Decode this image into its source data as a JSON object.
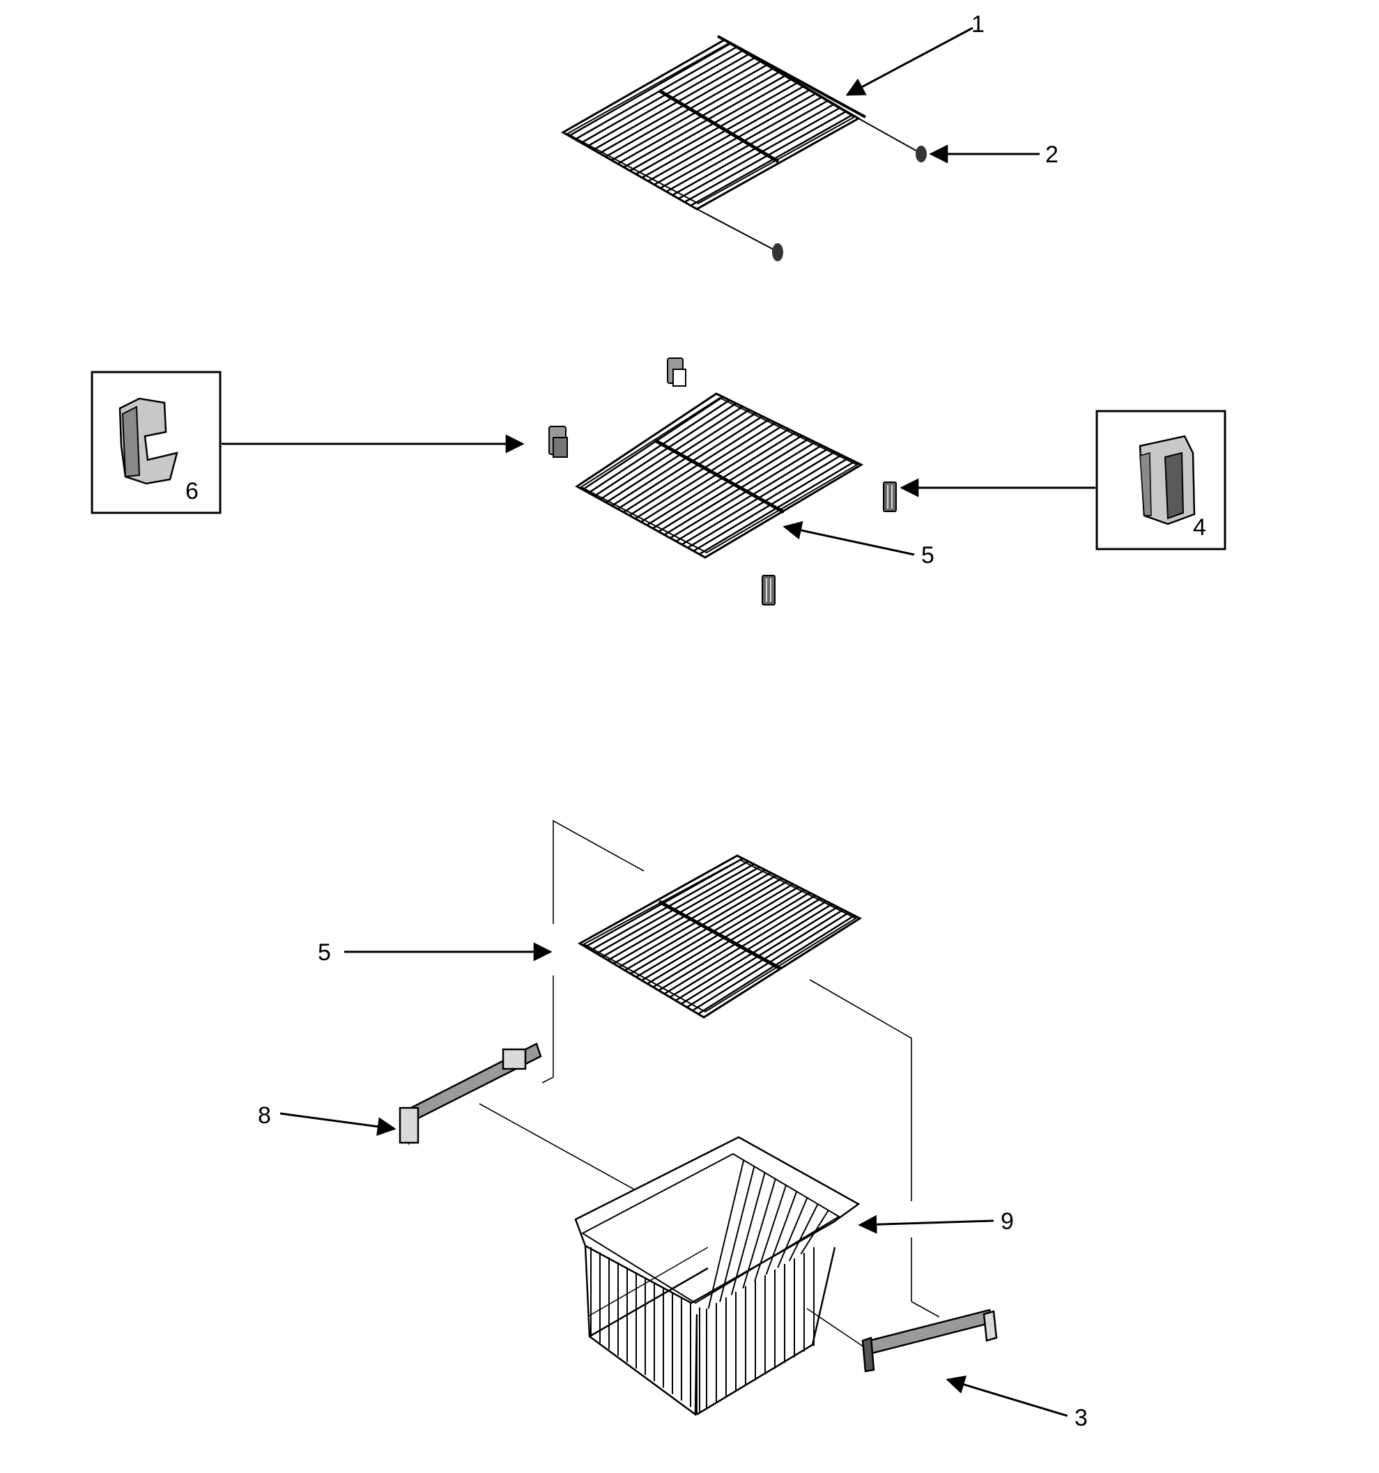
{
  "diagram": {
    "callouts": {
      "c1": "1",
      "c2": "2",
      "c3": "3",
      "c4": "4",
      "c5a": "5",
      "c5b": "5",
      "c6": "6",
      "c8": "8",
      "c9": "9"
    },
    "colors": {
      "ink": "#000000",
      "paper": "#ffffff",
      "part_fill": "#bdbdbd",
      "part_dark": "#5a5a5a"
    }
  }
}
